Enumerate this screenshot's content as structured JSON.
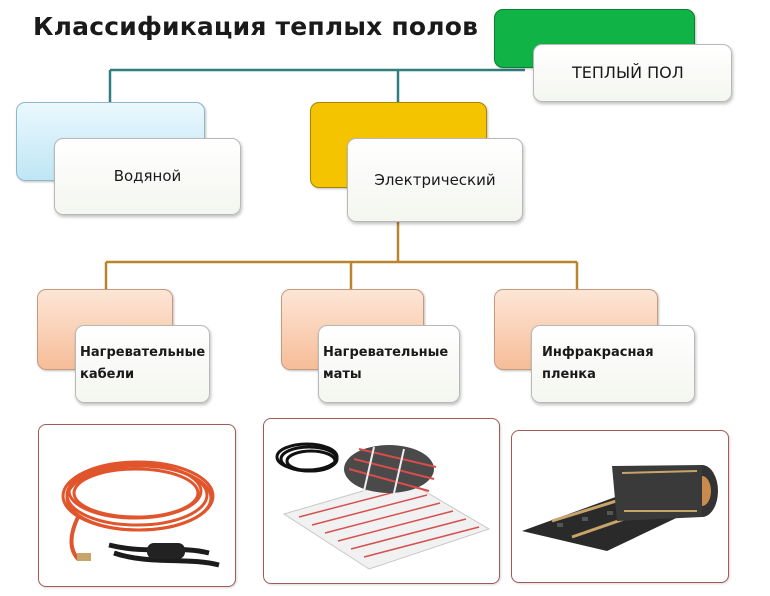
{
  "title": "Классификация теплых полов",
  "root": {
    "label": "ТЕПЛЫЙ ПОЛ",
    "color": "#10b345"
  },
  "level1": [
    {
      "label": "Водяной",
      "color": "#c9ecf7"
    },
    {
      "label": "Электрический",
      "color": "#f5c400"
    }
  ],
  "level2": [
    {
      "label": "Нагревательные кабели",
      "color": "#f8c8a8"
    },
    {
      "label": "Нагревательные маты",
      "color": "#f8c8a8"
    },
    {
      "label": "Инфракрасная пленка",
      "color": "#f8c8a8"
    }
  ],
  "photos": [
    {
      "name": "heating-cable-photo"
    },
    {
      "name": "heating-mat-photo"
    },
    {
      "name": "infrared-film-photo"
    }
  ],
  "connector_colors": {
    "top": "#2f7f80",
    "electric": "#b9852c"
  }
}
